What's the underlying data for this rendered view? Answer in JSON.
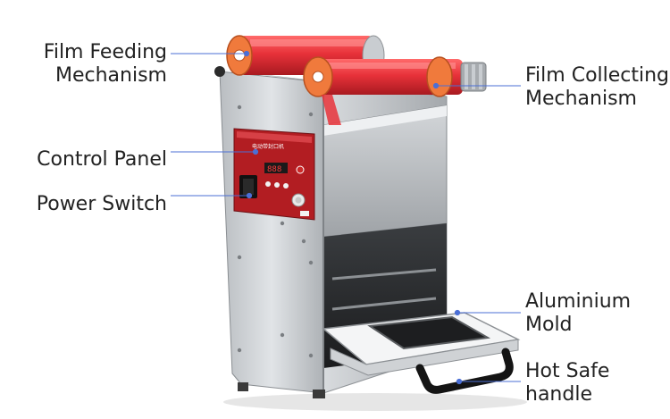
{
  "labels": {
    "film_feeding": [
      "Film Feeding",
      "Mechanism"
    ],
    "control_panel": [
      "Control Panel"
    ],
    "power_switch": [
      "Power Switch"
    ],
    "film_collecting": [
      "Film Collecting",
      "Mechanism"
    ],
    "aluminium_mold": [
      "Aluminium",
      "Mold"
    ],
    "hot_safe_handle": [
      "Hot Safe",
      "handle"
    ]
  },
  "panel": {
    "title": "电动带封口机",
    "display": "888"
  },
  "colors": {
    "leader_line": "#4b6fd6",
    "steel": "#c9cdd1",
    "film_red": "#e8323a",
    "roller_orange": "#f07a3c",
    "panel_red": "#b21d22"
  }
}
